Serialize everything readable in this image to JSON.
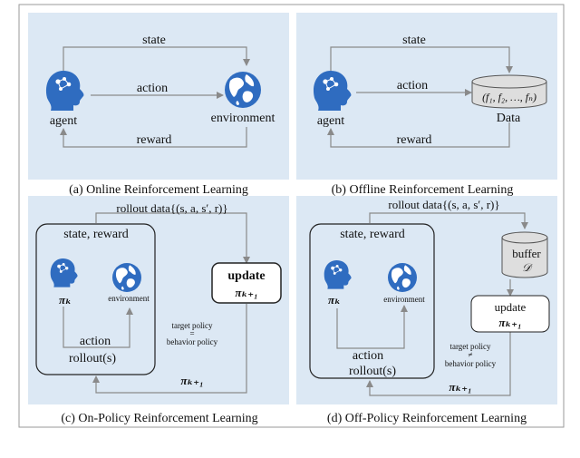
{
  "colors": {
    "panel_bg": "#dce8f4",
    "head_blue": "#2f6cc0",
    "wire_grey": "#8a8a8a",
    "db_fill": "#dedede"
  },
  "icons": {
    "agent": "head-profile-icon",
    "environment": "globe-icon",
    "dataset": "database-cylinder-icon"
  },
  "panels": {
    "a": {
      "caption": "(a) Online Reinforcement Learning",
      "state": "state",
      "action": "action",
      "reward": "reward",
      "agent": "agent",
      "environment": "environment"
    },
    "b": {
      "caption": "(b) Offline Reinforcement Learning",
      "state": "state",
      "action": "action",
      "reward": "reward",
      "agent": "agent",
      "data_label": "Data",
      "data_content": "(f₁, f₂, …, fₙ)"
    },
    "c": {
      "caption": "(c) On-Policy Reinforcement Learning",
      "rollout_data": "rollout data{(s, a, s′, r)}",
      "state_reward": "state, reward",
      "pi_k": "πₖ",
      "environment": "environment",
      "action": "action",
      "rollouts": "rollout(s)",
      "update": "update",
      "pi_k1_box": "πₖ₊₁",
      "target_policy": "target policy",
      "equals": "=",
      "behavior_policy": "behavior policy",
      "pi_k1_bottom": "πₖ₊₁"
    },
    "d": {
      "caption": "(d) Off-Policy Reinforcement Learning",
      "rollout_data": "rollout data{(s, a, s′, r)}",
      "state_reward": "state, reward",
      "pi_k": "πₖ",
      "environment": "environment",
      "action": "action",
      "rollouts": "rollout(s)",
      "buffer": "buffer",
      "buffer_symbol": "𝒟",
      "update": "update",
      "pi_k1_box": "πₖ₊₁",
      "target_policy": "target policy",
      "not_equals": "≠",
      "behavior_policy": "behavior policy",
      "pi_k1_bottom": "πₖ₊₁"
    }
  }
}
